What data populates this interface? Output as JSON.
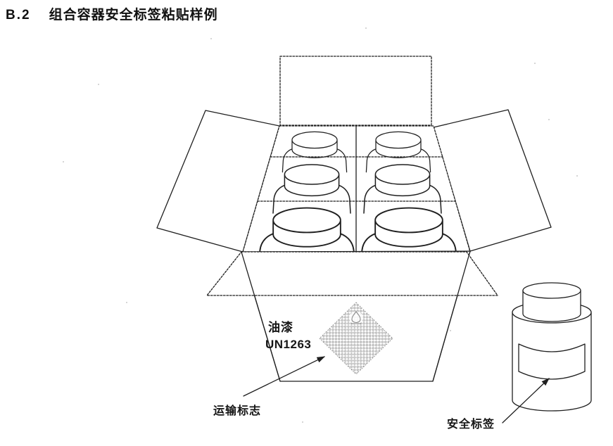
{
  "page": {
    "title_no": "B.2",
    "title": "组合容器安全标签粘贴样例"
  },
  "figure": {
    "marking": {
      "product": "油漆",
      "un_number": "UN1263"
    },
    "callouts": {
      "transport": "运输标志",
      "safety": "安全标签"
    },
    "box_contents": {
      "bottle_rows": 3,
      "bottle_columns": 2,
      "bottle_count": 6
    },
    "colors": {
      "ink": "#1f1f1f",
      "halftone_dot": "#8f8f8f",
      "paper": "#ffffff"
    }
  }
}
